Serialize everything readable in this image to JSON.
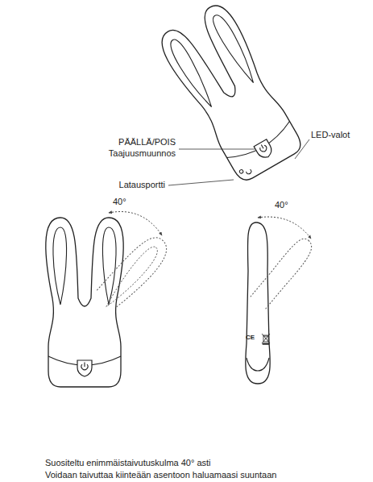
{
  "diagram": {
    "labels": [
      "PÄÄLLÄ/POIS",
      "Taajuusmuunnos",
      "LED-valot",
      "Latausportti",
      "40°",
      "40°",
      "CE",
      "Suositeltu enimmäistaivutuskulma 40° asti",
      "Voidaan taivuttaa kiinteään asentoon haluamaasi suuntaan"
    ]
  }
}
